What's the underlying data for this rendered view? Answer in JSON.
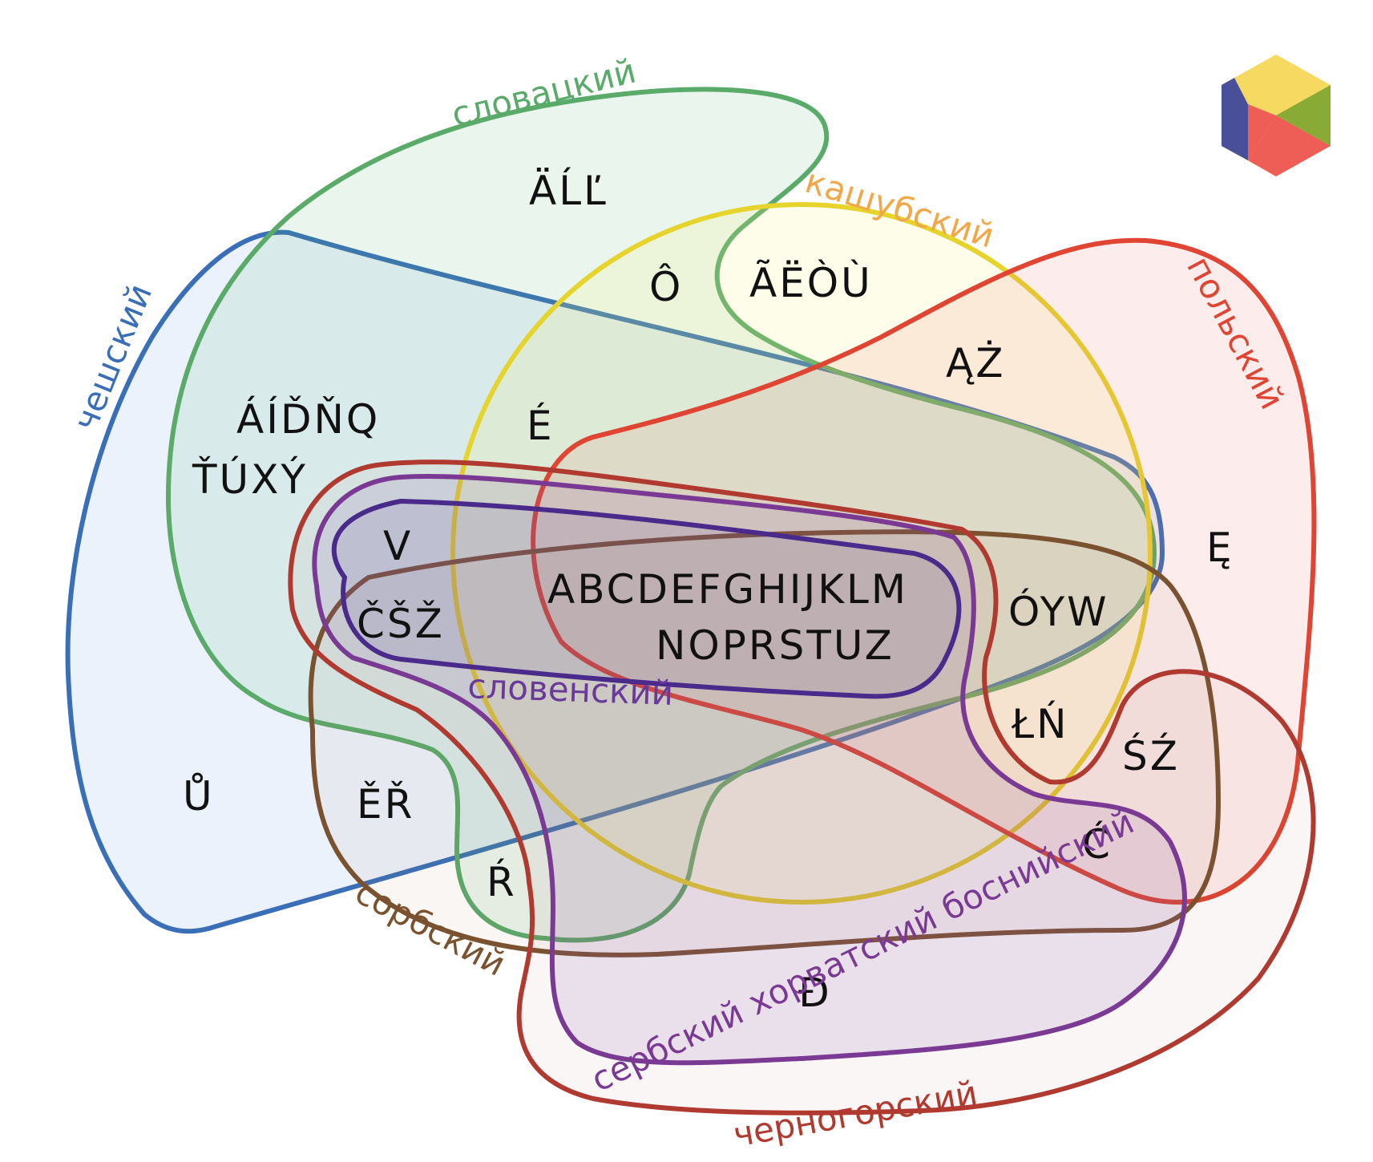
{
  "languages": {
    "czech": {
      "name": "чешский",
      "color": "#3a6fb8"
    },
    "slovak": {
      "name": "словацкий",
      "color": "#5aaa6a"
    },
    "kashubian": {
      "name": "кашубский",
      "color": "#f0a848"
    },
    "polish": {
      "name": "польский",
      "color": "#e04432"
    },
    "slovenian": {
      "name": "словенский",
      "color": "#6a3a9a"
    },
    "sorbian": {
      "name": "сорбский",
      "color": "#7a5230"
    },
    "sbh": {
      "name": "сербский хорватский боснийский",
      "color": "#7a3a94"
    },
    "montenegrin": {
      "name": "черногорский",
      "color": "#b03a30"
    }
  },
  "letters": {
    "slovak_only": "ÄĹĽ",
    "slovak_kashubian": "Ô",
    "kashubian_only": "ÃËÒÙ",
    "kashubian_polish": "ĄŻ",
    "czech_slovak_1": "ÁÍĎŇQ",
    "czech_slovak_2": "ŤÚXÝ",
    "czech_slovak_kashubian": "É",
    "polish_only": "Ę",
    "slovenian_extra": "V",
    "caron_group": "ČŠŽ",
    "common_1": "ABCDEFGHIJKLM",
    "common_2": "NOPRSTUZ",
    "oyw": "ÓYW",
    "ln": "ŁŃ",
    "sz": "ŚŹ",
    "czech_only": "Ů",
    "czech_sorbian": "ĚŘ",
    "c_acute": "Ć",
    "r_acute": "Ŕ",
    "d_stroke": "Đ"
  },
  "logo": {
    "colors": [
      "#f5d960",
      "#8aaa36",
      "#ee5e56",
      "#4a4f9a"
    ]
  }
}
